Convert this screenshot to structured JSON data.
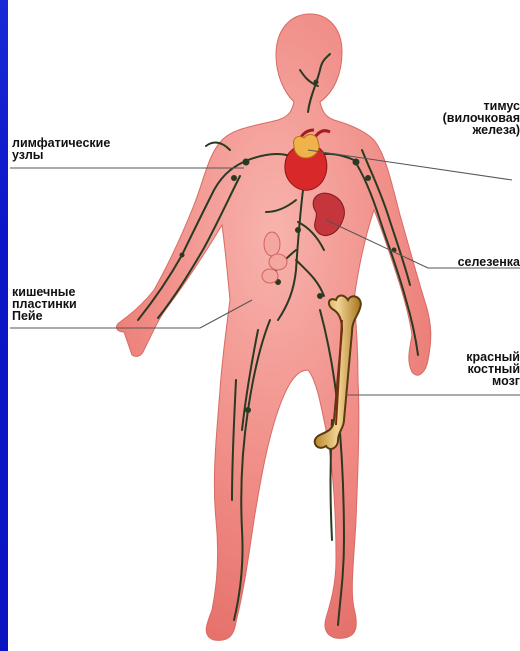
{
  "labels": {
    "lymph_nodes": "лимфатические\nузлы",
    "thymus": "тимус\n(вилочковая\nжелеза)",
    "spleen": "селезенка",
    "peyer": "кишечные\nпластинки\nПейе",
    "bone_marrow": "красный\nкостный\nмозг"
  },
  "colors": {
    "background": "#0b16c8",
    "panel": "#ffffff",
    "skin": "#f08a84",
    "skin_light": "#f8b3ad",
    "vessels": "#2a3a22",
    "heart": "#d9282a",
    "thymus": "#f0b24a",
    "spleen": "#c4363b",
    "bone": "#e9c27a"
  }
}
